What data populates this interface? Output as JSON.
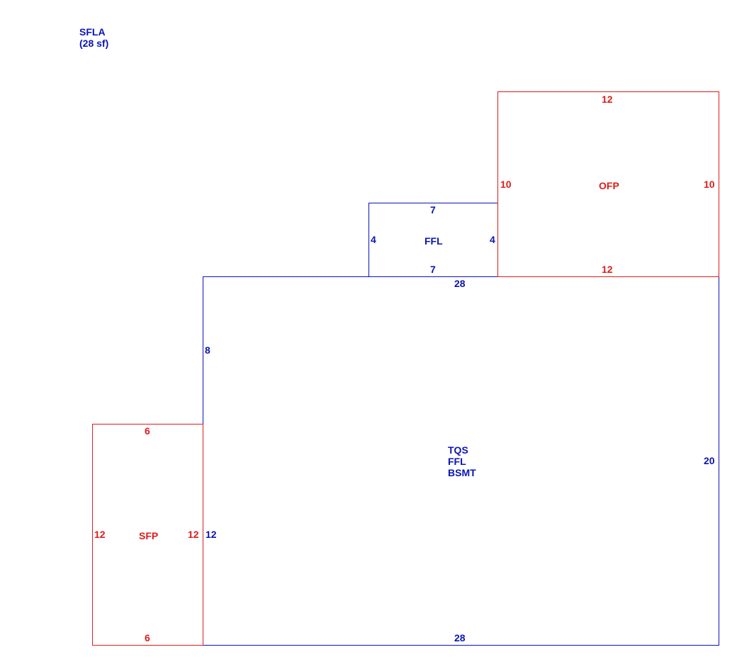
{
  "summary": {
    "line1": "SFLA",
    "line2": "(28 sf)"
  },
  "areas": {
    "main": {
      "lines": [
        "TQS",
        "FFL",
        "BSMT"
      ],
      "top": "28",
      "bottom": "28",
      "left_upper": "8",
      "left_lower": "12",
      "right": "20"
    },
    "ffl": {
      "name": "FFL",
      "top": "7",
      "bottom": "7",
      "left": "4",
      "right": "4"
    },
    "ofp": {
      "name": "OFP",
      "top": "12",
      "bottom": "12",
      "left": "10",
      "right": "10"
    },
    "sfp": {
      "name": "SFP",
      "top": "6",
      "bottom": "6",
      "left": "12",
      "right": "12"
    }
  },
  "colors": {
    "living": "#0a14b4",
    "porch": "#dd1c1c"
  }
}
